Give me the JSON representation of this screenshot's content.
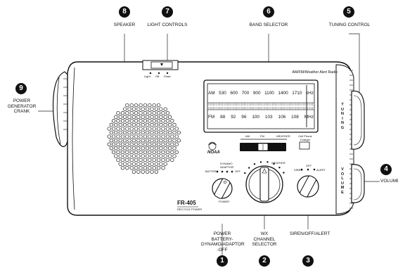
{
  "callouts": {
    "c1": {
      "num": "1",
      "lines": [
        "POWER",
        "BATTERY-",
        "DYNAMO/ADAPTOR",
        "-OFF"
      ]
    },
    "c2": {
      "num": "2",
      "lines": [
        "WX",
        "CHANNEL",
        "SELECTOR"
      ]
    },
    "c3": {
      "num": "3",
      "lines": [
        "SIREN/OFF/ALERT"
      ]
    },
    "c4": {
      "num": "4",
      "lines": [
        "VOLUME"
      ]
    },
    "c5": {
      "num": "5",
      "lines": [
        "TUNING CONTROL"
      ]
    },
    "c6": {
      "num": "6",
      "lines": [
        "BAND SELECTOR"
      ]
    },
    "c7": {
      "num": "7",
      "lines": [
        "LIGHT CONTROLS"
      ]
    },
    "c8": {
      "num": "8",
      "lines": [
        "SPEAKER"
      ]
    },
    "c9": {
      "num": "9",
      "lines": [
        "POWER",
        "GENERATOR",
        "CRANK"
      ]
    }
  },
  "radio": {
    "title": "AM/FM/Weather Alert Radio",
    "model": "FR-405",
    "brand_sub": "RECYCLE POWER",
    "tuning_side": "TUNING",
    "volume_side": "VOLUME",
    "dial": {
      "am": [
        "AM",
        "530",
        "600",
        "700",
        "900",
        "1100",
        "1400",
        "1710",
        "kHz"
      ],
      "fm": [
        "FM",
        "88",
        "92",
        "96",
        "100",
        "103",
        "106",
        "108",
        "MHz"
      ]
    },
    "band_labels": [
      "AM",
      "FM",
      "WEATHER"
    ],
    "cellphone": [
      "Cell Phone",
      "Charger"
    ],
    "light_labels": [
      "Light",
      "Off",
      "Flash"
    ],
    "power_labels": [
      "DYNAMO",
      "ADAPTOR",
      "BATTERY",
      "OFF",
      "POWER"
    ],
    "siren_labels": [
      "OFF",
      "SIREN",
      "ALERT"
    ],
    "wx_label": "WEATHER",
    "logo": "NOAA"
  }
}
